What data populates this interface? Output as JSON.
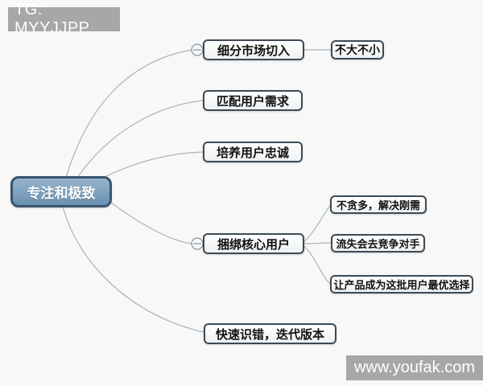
{
  "watermarks": {
    "top_left": "TG: MYYJJPP",
    "bottom_right": "www.youfak.com"
  },
  "colors": {
    "canvas_bg": "#f8f8f8",
    "root_bg_top": "#96b4cc",
    "root_bg_bottom": "#6a91b2",
    "root_border": "#3a556e",
    "node_border": "#3d4a54",
    "node_bg": "#f3f6f8",
    "edge": "#a9b3ba",
    "watermark_bg": "#a7a7a7",
    "watermark_text": "#ffffff"
  },
  "mindmap": {
    "root": {
      "label": "专注和极致"
    },
    "branches": [
      {
        "label": "细分市场切入",
        "collapsible": true,
        "children": [
          {
            "label": "不大不小"
          }
        ]
      },
      {
        "label": "匹配用户需求",
        "children": []
      },
      {
        "label": "培养用户忠诚",
        "children": []
      },
      {
        "label": "捆绑核心用户",
        "collapsible": true,
        "children": [
          {
            "label": "不贪多，解决刚需"
          },
          {
            "label": "流失会去竞争对手"
          },
          {
            "label": "让产品成为这批用户最优选择"
          }
        ]
      },
      {
        "label": "快速识错，迭代版本",
        "children": []
      }
    ]
  }
}
